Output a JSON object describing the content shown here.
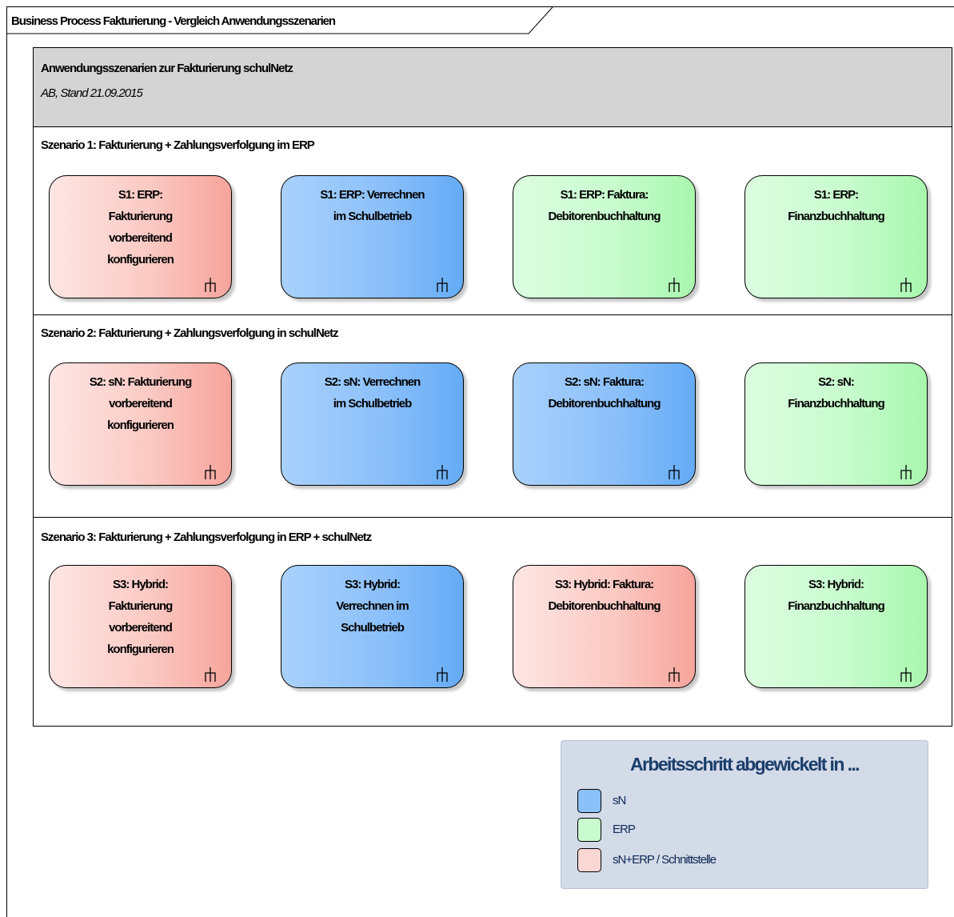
{
  "frame": {
    "title": "Business Process Fakturierung - Vergleich Anwendungsszenarien"
  },
  "header": {
    "title": "Anwendungsszenarien zur Fakturierung schulNetz",
    "subtitle": "AB, Stand 21.09.2015"
  },
  "scenarios": [
    {
      "title": "Szenario 1: Fakturierung + Zahlungsverfolgung im ERP",
      "steps": [
        {
          "label": "S1: ERP:\nFakturierung\nvorbereitend\nkonfigurieren",
          "category": "sN+ERP / Schnittstelle"
        },
        {
          "label": "S1: ERP: Verrechnen\nim Schulbetrieb",
          "category": "sN"
        },
        {
          "label": "S1: ERP: Faktura:\nDebitorenbuchhaltung",
          "category": "ERP"
        },
        {
          "label": "S1: ERP:\nFinanzbuchhaltung",
          "category": "ERP"
        }
      ]
    },
    {
      "title": "Szenario 2: Fakturierung + Zahlungsverfolgung in schulNetz",
      "steps": [
        {
          "label": "S2: sN: Fakturierung\nvorbereitend\nkonfigurieren",
          "category": "sN+ERP / Schnittstelle"
        },
        {
          "label": "S2: sN: Verrechnen\nim Schulbetrieb",
          "category": "sN"
        },
        {
          "label": "S2: sN: Faktura:\nDebitorenbuchhaltung",
          "category": "sN"
        },
        {
          "label": "S2: sN:\nFinanzbuchhaltung",
          "category": "ERP"
        }
      ]
    },
    {
      "title": "Szenario 3: Fakturierung + Zahlungsverfolgung in ERP + schulNetz",
      "steps": [
        {
          "label": "S3: Hybrid:\nFakturierung\nvorbereitend\nkonfigurieren",
          "category": "sN+ERP / Schnittstelle"
        },
        {
          "label": "S3: Hybrid:\nVerrechnen im\nSchulbetrieb",
          "category": "sN"
        },
        {
          "label": "S3: Hybrid: Faktura:\nDebitorenbuchhaltung",
          "category": "sN+ERP / Schnittstelle"
        },
        {
          "label": "S3: Hybrid:\nFinanzbuchhaltung",
          "category": "ERP"
        }
      ]
    }
  ],
  "legend": {
    "title": "Arbeitsschritt abgewickelt in ...",
    "items": [
      {
        "label": "sN",
        "color": "#8cc0fa"
      },
      {
        "label": "ERP",
        "color": "#c8fbce"
      },
      {
        "label": "sN+ERP / Schnittstelle",
        "color": "#fbd7d3"
      }
    ]
  }
}
